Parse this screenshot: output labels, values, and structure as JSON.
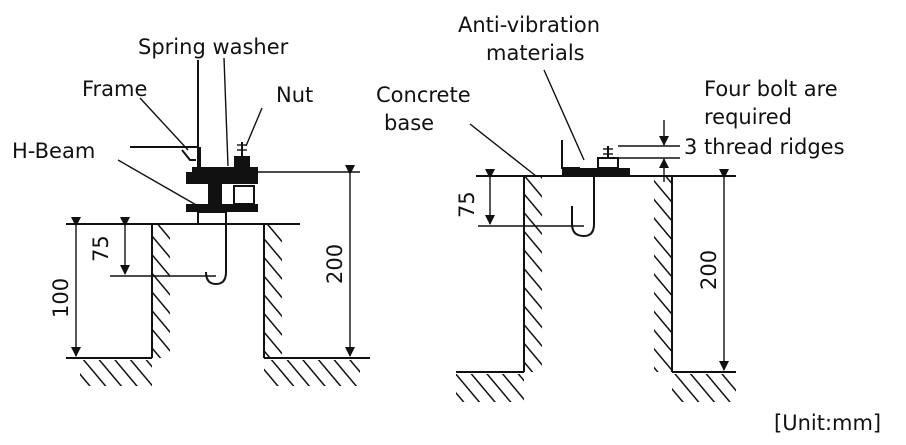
{
  "labels": {
    "spring_washer": "Spring washer",
    "frame": "Frame",
    "nut": "Nut",
    "h_beam": "H-Beam",
    "anti_vibration_line1": "Anti-vibration",
    "anti_vibration_line2": "materials",
    "concrete_line1": "Concrete",
    "concrete_line2": "base",
    "four_bolt_line1": "Four bolt are",
    "four_bolt_line2": "required",
    "four_bolt_line3": "3 thread ridges",
    "unit": "[Unit:mm]"
  },
  "dimensions": {
    "left_bolt_depth": "75",
    "left_pit_depth": "100",
    "left_total_height": "200",
    "right_bolt_depth": "75",
    "right_total_height": "200"
  }
}
